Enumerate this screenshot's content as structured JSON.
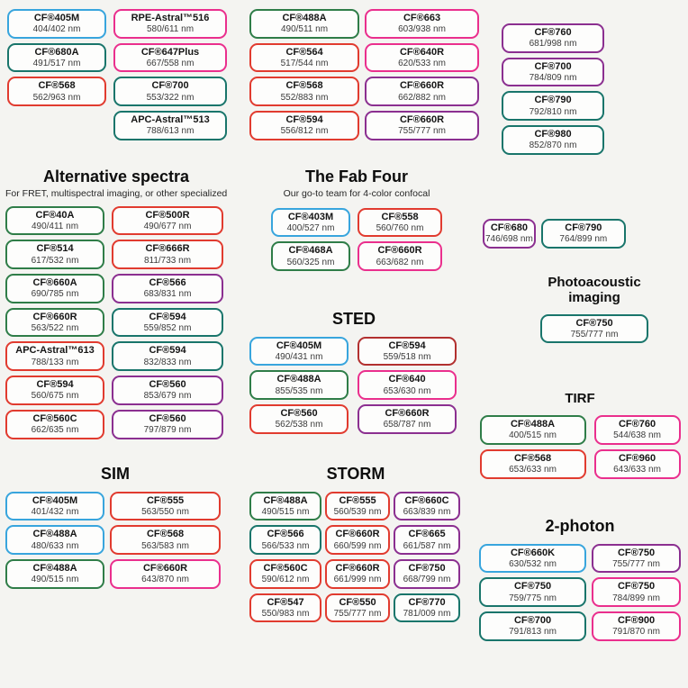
{
  "colors": {
    "blue": "#38a5dd",
    "green": "#2f7d48",
    "teal": "#19756b",
    "red": "#e13b2f",
    "darkred": "#b2302f",
    "pink": "#ea2f8d",
    "purple": "#8b2f90"
  },
  "top": {
    "col1": [
      {
        "name": "CF®405M",
        "value": "404/402 nm",
        "color": "blue"
      },
      {
        "name": "CF®680A",
        "value": "491/517 nm",
        "color": "teal"
      },
      {
        "name": "CF®568",
        "value": "562/963 nm",
        "color": "red"
      }
    ],
    "col2": [
      {
        "name": "RPE-Astral™516",
        "value": "580/611 nm",
        "color": "pink"
      },
      {
        "name": "CF®647Plus",
        "value": "667/558 nm",
        "color": "pink"
      },
      {
        "name": "CF®700",
        "value": "553/322 nm",
        "color": "teal"
      },
      {
        "name": "APC-Astral™513",
        "value": "788/613 nm",
        "color": "teal"
      }
    ],
    "col3": [
      {
        "name": "CF®488A",
        "value": "490/511 nm",
        "color": "green"
      },
      {
        "name": "CF®564",
        "value": "517/544 nm",
        "color": "red"
      },
      {
        "name": "CF®568",
        "value": "552/883 nm",
        "color": "red"
      },
      {
        "name": "CF®594",
        "value": "556/812 nm",
        "color": "red"
      }
    ],
    "col4": [
      {
        "name": "CF®663",
        "value": "603/938 nm",
        "color": "pink"
      },
      {
        "name": "CF®640R",
        "value": "620/533 nm",
        "color": "pink"
      },
      {
        "name": "CF®660R",
        "value": "662/882 nm",
        "color": "purple"
      },
      {
        "name": "CF®660R",
        "value": "755/777 nm",
        "color": "purple"
      }
    ],
    "col5": [
      {
        "name": "CF®760",
        "value": "681/998 nm",
        "color": "purple"
      },
      {
        "name": "CF®700",
        "value": "784/809 nm",
        "color": "purple"
      },
      {
        "name": "CF®790",
        "value": "792/810 nm",
        "color": "teal"
      },
      {
        "name": "CF®980",
        "value": "852/870 nm",
        "color": "teal"
      }
    ]
  },
  "alternative_spectra": {
    "title": "Alternative spectra",
    "subtitle": "For FRET, multispectral imaging, or other specialized",
    "pills": [
      {
        "name": "CF®40A",
        "value": "490/411 nm",
        "color": "green"
      },
      {
        "name": "CF®500R",
        "value": "490/677 nm",
        "color": "red"
      },
      {
        "name": "CF®514",
        "value": "617/532 nm",
        "color": "green"
      },
      {
        "name": "CF®666R",
        "value": "811/733 nm",
        "color": "red"
      },
      {
        "name": "CF®660A",
        "value": "690/785 nm",
        "color": "green"
      },
      {
        "name": "CF®566",
        "value": "683/831 nm",
        "color": "purple"
      },
      {
        "name": "CF®660R",
        "value": "563/522 nm",
        "color": "green"
      },
      {
        "name": "CF®594",
        "value": "559/852 nm",
        "color": "teal"
      },
      {
        "name": "APC-Astral™613",
        "value": "788/133 nm",
        "color": "red"
      },
      {
        "name": "CF®594",
        "value": "832/833 nm",
        "color": "teal"
      },
      {
        "name": "CF®594",
        "value": "560/675 nm",
        "color": "red"
      },
      {
        "name": "CF®560",
        "value": "853/679 nm",
        "color": "purple"
      },
      {
        "name": "CF®560C",
        "value": "662/635 nm",
        "color": "red"
      },
      {
        "name": "CF®560",
        "value": "797/879 nm",
        "color": "purple"
      }
    ]
  },
  "fab_four": {
    "title": "The Fab Four",
    "subtitle": "Our go-to team for 4-color confocal",
    "pills": [
      {
        "name": "CF®403M",
        "value": "400/527 nm",
        "color": "blue"
      },
      {
        "name": "CF®558",
        "value": "560/760 nm",
        "color": "red"
      },
      {
        "name": "CF®468A",
        "value": "560/325 nm",
        "color": "green"
      },
      {
        "name": "CF®660R",
        "value": "663/682 nm",
        "color": "pink"
      }
    ]
  },
  "sted": {
    "title": "STED",
    "pills": [
      {
        "name": "CF®405M",
        "value": "490/431 nm",
        "color": "blue"
      },
      {
        "name": "CF®594",
        "value": "559/518 nm",
        "color": "darkred"
      },
      {
        "name": "CF®488A",
        "value": "855/535 nm",
        "color": "green"
      },
      {
        "name": "CF®640",
        "value": "653/630 nm",
        "color": "pink"
      },
      {
        "name": "CF®560",
        "value": "562/538 nm",
        "color": "red"
      },
      {
        "name": "CF®660R",
        "value": "658/787 nm",
        "color": "purple"
      }
    ]
  },
  "nir_pair": {
    "pills": [
      {
        "name": "CF®680",
        "value": "746/698 nm",
        "color": "purple"
      },
      {
        "name": "CF®790",
        "value": "764/899 nm",
        "color": "teal"
      }
    ]
  },
  "photoacoustic": {
    "title": "Photoacoustic imaging",
    "pills": [
      {
        "name": "CF®750",
        "value": "755/777 nm",
        "color": "teal"
      }
    ]
  },
  "tirf": {
    "title": "TIRF",
    "pills": [
      {
        "name": "CF®488A",
        "value": "400/515 nm",
        "color": "green"
      },
      {
        "name": "CF®760",
        "value": "544/638 nm",
        "color": "pink"
      },
      {
        "name": "CF®568",
        "value": "653/633 nm",
        "color": "red"
      },
      {
        "name": "CF®960",
        "value": "643/633 nm",
        "color": "pink"
      }
    ]
  },
  "sim": {
    "title": "SIM",
    "pills": [
      {
        "name": "CF®405M",
        "value": "401/432 nm",
        "color": "blue"
      },
      {
        "name": "CF®555",
        "value": "563/550 nm",
        "color": "red"
      },
      {
        "name": "CF®488A",
        "value": "480/633 nm",
        "color": "blue"
      },
      {
        "name": "CF®568",
        "value": "563/583 nm",
        "color": "red"
      },
      {
        "name": "CF®488A",
        "value": "490/515 nm",
        "color": "green"
      },
      {
        "name": "CF®660R",
        "value": "643/870 nm",
        "color": "pink"
      }
    ]
  },
  "storm": {
    "title": "STORM",
    "pills": [
      {
        "name": "CF®488A",
        "value": "490/515 nm",
        "color": "green"
      },
      {
        "name": "CF®555",
        "value": "560/539 nm",
        "color": "red"
      },
      {
        "name": "CF®660C",
        "value": "663/839 nm",
        "color": "purple"
      },
      {
        "name": "CF®566",
        "value": "566/533 nm",
        "color": "teal"
      },
      {
        "name": "CF®660R",
        "value": "660/599 nm",
        "color": "red"
      },
      {
        "name": "CF®665",
        "value": "661/587 nm",
        "color": "purple"
      },
      {
        "name": "CF®560C",
        "value": "590/612 nm",
        "color": "red"
      },
      {
        "name": "CF®660R",
        "value": "661/999 nm",
        "color": "red"
      },
      {
        "name": "CF®750",
        "value": "668/799 nm",
        "color": "purple"
      },
      {
        "name": "CF®547",
        "value": "550/983 nm",
        "color": "red"
      },
      {
        "name": "CF®550",
        "value": "755/777 nm",
        "color": "red"
      },
      {
        "name": "CF®770",
        "value": "781/009 nm",
        "color": "teal"
      }
    ]
  },
  "two_photon": {
    "title": "2-photon",
    "pills": [
      {
        "name": "CF®660K",
        "value": "630/532 nm",
        "color": "blue"
      },
      {
        "name": "CF®750",
        "value": "755/777 nm",
        "color": "purple"
      },
      {
        "name": "CF®750",
        "value": "759/775 nm",
        "color": "teal"
      },
      {
        "name": "CF®750",
        "value": "784/899 nm",
        "color": "pink"
      },
      {
        "name": "CF®700",
        "value": "791/813 nm",
        "color": "teal"
      },
      {
        "name": "CF®900",
        "value": "791/870 nm",
        "color": "pink"
      }
    ]
  }
}
